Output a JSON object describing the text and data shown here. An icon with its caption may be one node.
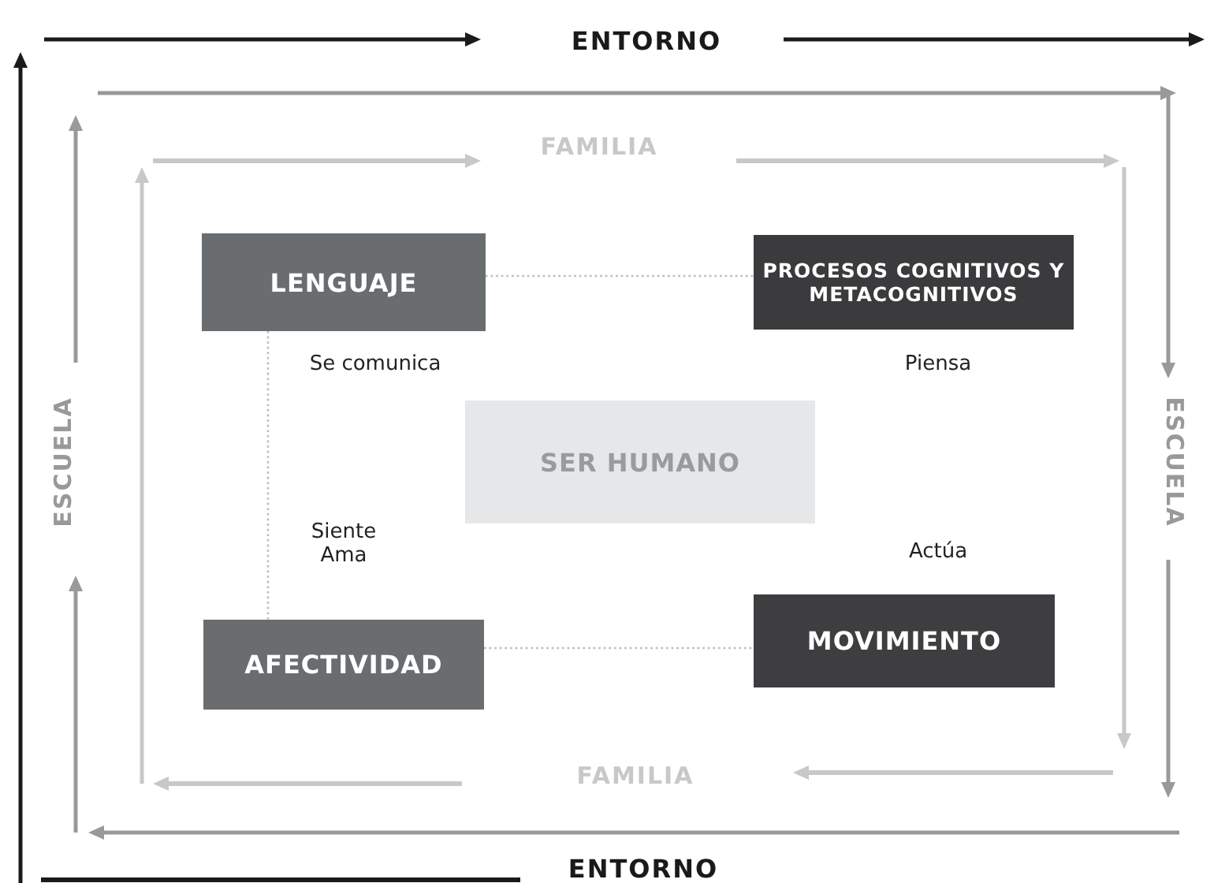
{
  "diagram": {
    "nodes": [
      {
        "text": [
          "LENGUAJE"
        ]
      },
      {
        "text": [
          "PROCESOS COGNITIVOS Y METACOGNITIVOS"
        ]
      },
      {
        "text": [
          "SER HUMANO"
        ]
      },
      {
        "text": [
          "AFECTIVIDAD"
        ]
      },
      {
        "text": [
          "MOVIMIENTO"
        ]
      }
    ],
    "edges": [
      {
        "from": 0,
        "to": 1,
        "arrow": "none",
        "style": "dashed"
      },
      {
        "from": 0,
        "to": 3,
        "arrow": "none",
        "style": "dashed"
      },
      {
        "from": 3,
        "to": 4,
        "arrow": "none",
        "style": "dashed"
      }
    ],
    "labels": [
      "ENTORNO",
      "FAMILIA",
      "Se comunica",
      "Piensa",
      "ESCUELA",
      "ESCUELA",
      "Siente Ama",
      "Actúa",
      "FAMILIA",
      "ENTORNO"
    ]
  }
}
